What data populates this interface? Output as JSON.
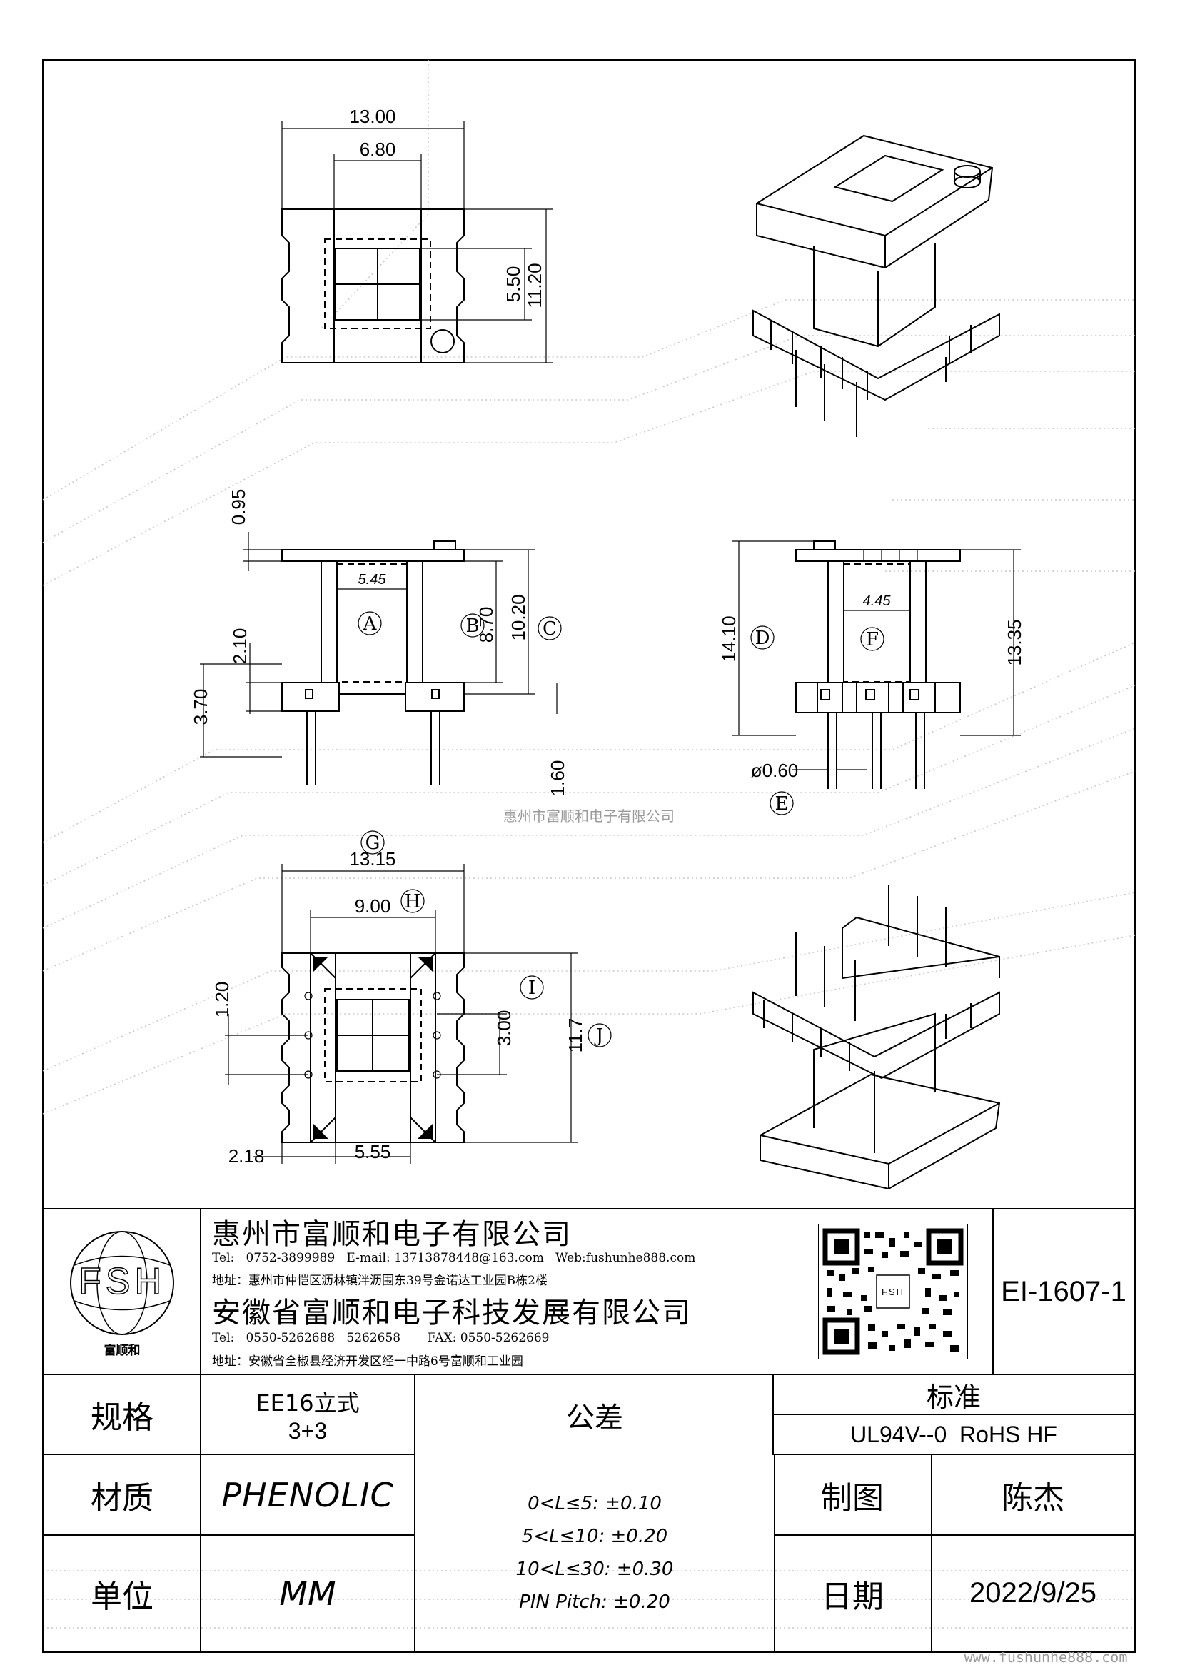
{
  "dimensions": {
    "top_width": "13.00",
    "top_inner_width": "6.80",
    "top_inner_height": "5.50",
    "top_height": "11.20",
    "side_flange": "0.95",
    "side_window_width": "5.45",
    "side_dim_b": "8.70",
    "side_dim_c": "10.20",
    "side_base": "2.10",
    "side_pin_offset": "3.70",
    "side_pin_length": "1.60",
    "right_height_d": "14.10",
    "right_window_f": "4.45",
    "right_overall": "13.35",
    "pin_diameter_e": "ø0.60",
    "bottom_width_g": "13.15",
    "bottom_inner_h": "9.00",
    "bottom_dim_i": "3.00",
    "bottom_height_j": "11.7",
    "bottom_pitch": "1.20",
    "bottom_left": "2.18",
    "bottom_center": "5.55"
  },
  "labels": {
    "a": "A",
    "b": "B",
    "c": "C",
    "d": "D",
    "e": "E",
    "f": "F",
    "g": "G",
    "h": "H",
    "i": "I",
    "j": "J"
  },
  "watermark": "惠州市富顺和电子有限公司",
  "footer_url": "www.fushunhe888.com",
  "company": {
    "logo_text": "FSH",
    "logo_caption": "富顺和",
    "name1": "惠州市富顺和电子有限公司",
    "contact1": "Tel:   0752-3899989   E-mail: 13713878448@163.com   Web:fushunhe888.com",
    "address1": "地址：惠州市仲恺区沥林镇泮沥围东39号金诺达工业园B栋2楼",
    "name2": "安徽省富顺和电子科技发展有限公司",
    "contact2": "Tel:   0550-5262688   5262658       FAX: 0550-5262669",
    "address2": "地址：安徽省全椒县经济开发区经一中路6号富顺和工业园",
    "qr_caption": "FSH",
    "part_number": "EI-1607-1"
  },
  "table": {
    "spec_label": "规格",
    "spec_value_1": "EE16立式",
    "spec_value_2": "3+3",
    "material_label": "材质",
    "material_value": "PHENOLIC",
    "unit_label": "单位",
    "unit_value": "MM",
    "tolerance_label": "公差",
    "tolerance_lines": [
      "0<L≤5: ±0.10",
      "5<L≤10: ±0.20",
      "10<L≤30: ±0.30",
      "PIN Pitch: ±0.20"
    ],
    "standard_label": "标准",
    "standard_value": "UL94V--0  RoHS HF",
    "drawn_label": "制图",
    "drawn_value": "陈杰",
    "date_label": "日期",
    "date_value": "2022/9/25"
  }
}
